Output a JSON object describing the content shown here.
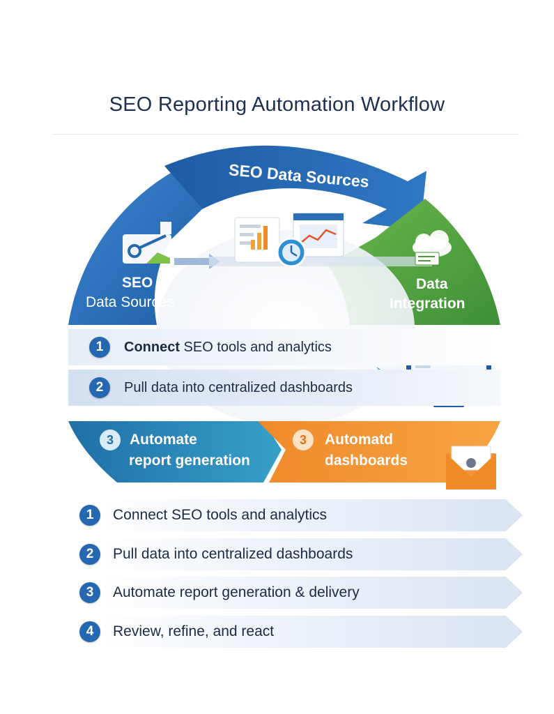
{
  "title": "SEO Reporting Automation Workflow",
  "arc": {
    "top_label": "SEO Data Sources",
    "left_label_line1": "SEO",
    "left_label_line2": "Data Sources",
    "right_label_line1": "Data",
    "right_label_line2": "Integration"
  },
  "bands": [
    {
      "num": "1",
      "bold": "Connect",
      "text": " SEO tools and analytics"
    },
    {
      "num": "2",
      "bold": "",
      "text": "Pull data into centralized dashboards"
    }
  ],
  "bottom_segments": [
    {
      "num": "3",
      "line1": "Automate",
      "line2": "report generation",
      "color": "#2a86b8"
    },
    {
      "num": "3",
      "line1": "Automatd",
      "line2": "dashboards",
      "color": "#ef7f22"
    }
  ],
  "steps": [
    {
      "num": "1",
      "text": "Connect SEO tools and analytics"
    },
    {
      "num": "2",
      "text": "Pull data into centralized dashboards"
    },
    {
      "num": "3",
      "text": "Automate report generation & delivery"
    },
    {
      "num": "4",
      "text": "Review, refine, and react"
    }
  ],
  "colors": {
    "blue": "#2567b0",
    "green": "#5aa640",
    "teal": "#2a86b8",
    "orange": "#ef7f22",
    "title": "#1d2f52"
  },
  "icons": [
    "analytics-chart-icon",
    "dashboard-window-icon",
    "bar-chart-icon",
    "clock-icon",
    "cloud-integration-icon",
    "monitor-dashboard-icon",
    "email-envelope-icon"
  ]
}
